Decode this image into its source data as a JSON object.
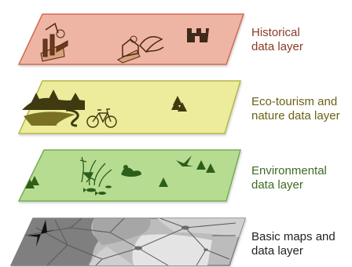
{
  "layers": [
    {
      "id": "historical",
      "label_line1": "Historical",
      "label_line2": "data layer",
      "fill": "#efb5a4",
      "stroke": "#cf6a55",
      "label_color": "#8a3a25",
      "icons": [
        "ruin-icon",
        "house-icon",
        "castle-tower-icon"
      ]
    },
    {
      "id": "eco-tourism",
      "label_line1": "Eco-tourism and",
      "label_line2": "nature data layer",
      "fill": "#ecec9c",
      "stroke": "#b5b54a",
      "label_color": "#6b6215",
      "icons": [
        "hills-trees-icon",
        "bicycle-icon",
        "tree-icon"
      ]
    },
    {
      "id": "environmental",
      "label_line1": "Environmental",
      "label_line2": "data layer",
      "fill": "#b6dc92",
      "stroke": "#78ac52",
      "label_color": "#3f6b24",
      "icons": [
        "tree-icon",
        "heron-reeds-icon",
        "fish-icon",
        "duck-icon",
        "bird-icon",
        "tree-icon"
      ]
    },
    {
      "id": "basic-maps",
      "label_line1": "Basic maps and",
      "label_line2": "data layer",
      "fill": "#bcbcbc",
      "stroke": "#7e7e7e",
      "label_color": "#222222",
      "icons": [
        "compass-rose-icon",
        "road-network"
      ]
    }
  ]
}
